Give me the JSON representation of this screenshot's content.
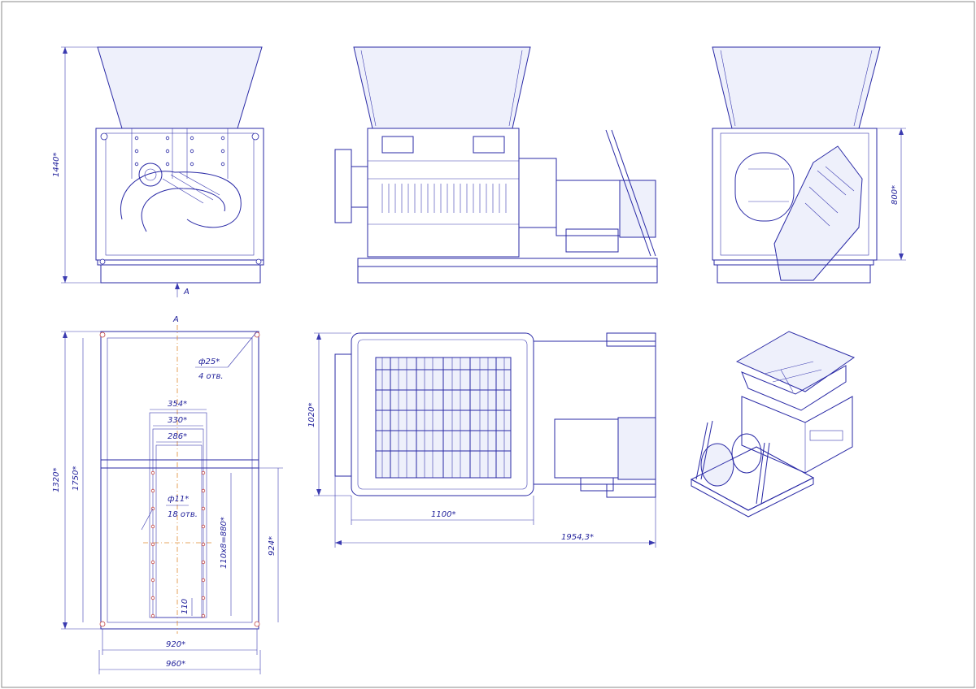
{
  "drawing": {
    "colors": {
      "line": "#2a2aa6",
      "text": "#1f1f9a",
      "axis": "#e08a30",
      "holes": "#c04040"
    },
    "front_view": {
      "height_dim": "1440*",
      "section_mark": "A",
      "section_mark_2": "A"
    },
    "right_view": {
      "height_dim": "800*"
    },
    "base_plan": {
      "hole_dia": "ф25*",
      "hole_count": "4 отв.",
      "hole_small": "ф11*",
      "hole_small_count": "18 отв.",
      "dim_354": "354*",
      "dim_330": "330*",
      "dim_286": "286*",
      "dim_pitch": "110х8=880*",
      "dim_110": "110",
      "dim_924": "924*",
      "dim_1320": "1320*",
      "dim_1750": "1750*",
      "dim_920": "920*",
      "dim_960": "960*"
    },
    "top_view": {
      "dim_1020": "1020*",
      "dim_1100": "1100*",
      "dim_1954": "1954,3*"
    }
  }
}
